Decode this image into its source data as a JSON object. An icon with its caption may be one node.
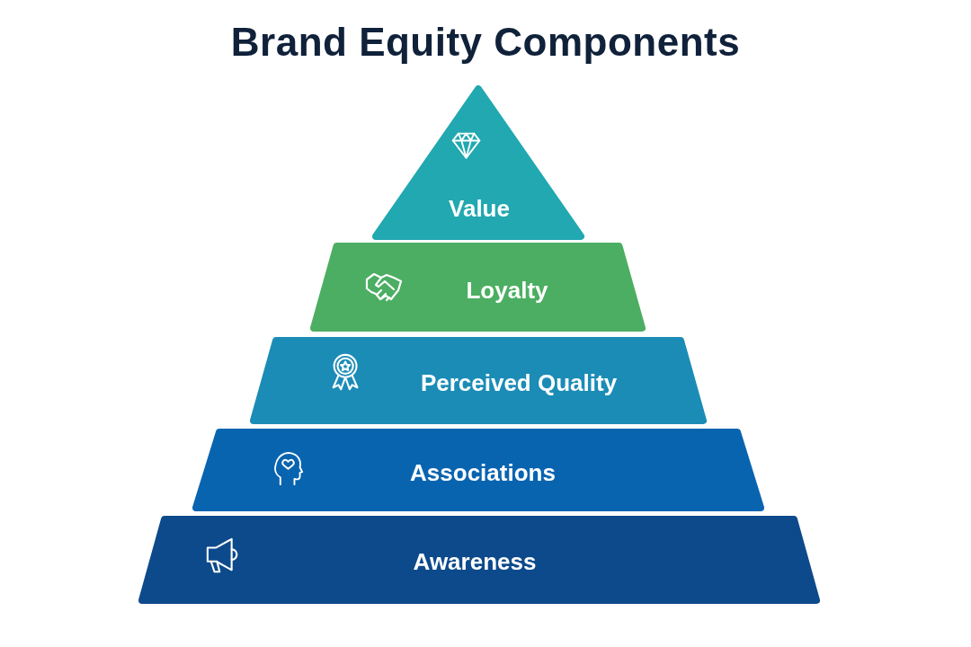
{
  "diagram": {
    "title": "Brand Equity Components",
    "nodes": [
      {
        "text": [
          "Value"
        ]
      },
      {
        "text": [
          "Loyalty"
        ]
      },
      {
        "text": [
          "Perceived Quality"
        ]
      },
      {
        "text": [
          "Associations"
        ]
      },
      {
        "text": [
          "Awareness"
        ]
      }
    ]
  }
}
